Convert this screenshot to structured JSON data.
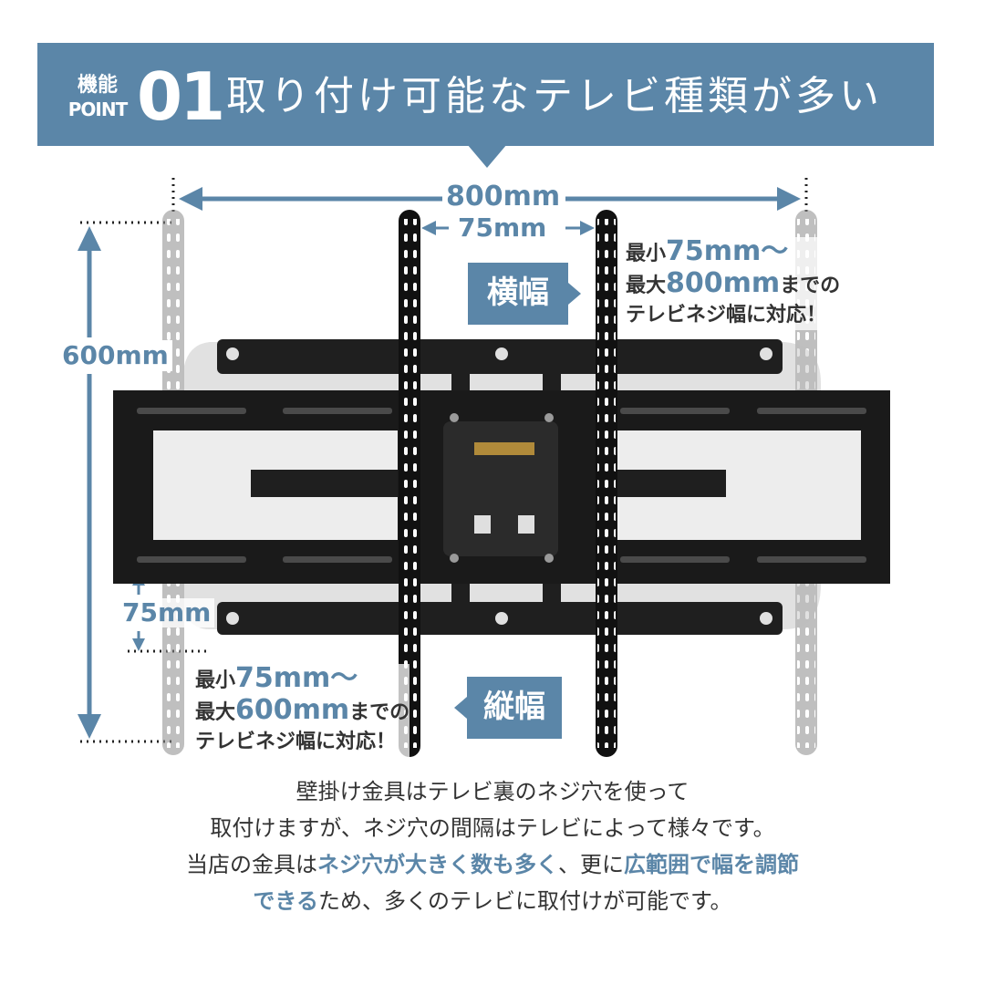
{
  "banner": {
    "feature_label": "機能",
    "point_label": "POINT",
    "number": "01",
    "title": "取り付け可能なテレビ種類が多い"
  },
  "dimensions": {
    "width_max": "800mm",
    "width_min": "75mm",
    "height_max": "600mm",
    "height_min": "75mm"
  },
  "horizontal": {
    "tag": "横幅",
    "note_line1_prefix": "最小",
    "note_line1_value": "75mm〜",
    "note_line2_prefix": "最大",
    "note_line2_value": "800mm",
    "note_line2_suffix": "までの",
    "note_line3": "テレビネジ幅に対応！"
  },
  "vertical": {
    "tag": "縦幅",
    "note_line1_prefix": "最小",
    "note_line1_value": "75mm〜",
    "note_line2_prefix": "最大",
    "note_line2_value": "600mm",
    "note_line2_suffix": "までの",
    "note_line3": "テレビネジ幅に対応！"
  },
  "description": {
    "line1": "壁掛け金具はテレビ裏のネジ穴を使って",
    "line2": "取付けますが、ネジ穴の間隔はテレビによって様々です。",
    "line3_a": "当店の金具は",
    "line3_b": "ネジ穴が大きく数も多く",
    "line3_c": "、更に",
    "line3_d": "広範囲で幅を調節",
    "line4_a": "できる",
    "line4_b": "ため、多くのテレビに取付けが可能です。"
  },
  "colors": {
    "accent": "#5b86a8",
    "mount_black": "#1f1f1f",
    "rail_gray": "#8c8c8c"
  }
}
